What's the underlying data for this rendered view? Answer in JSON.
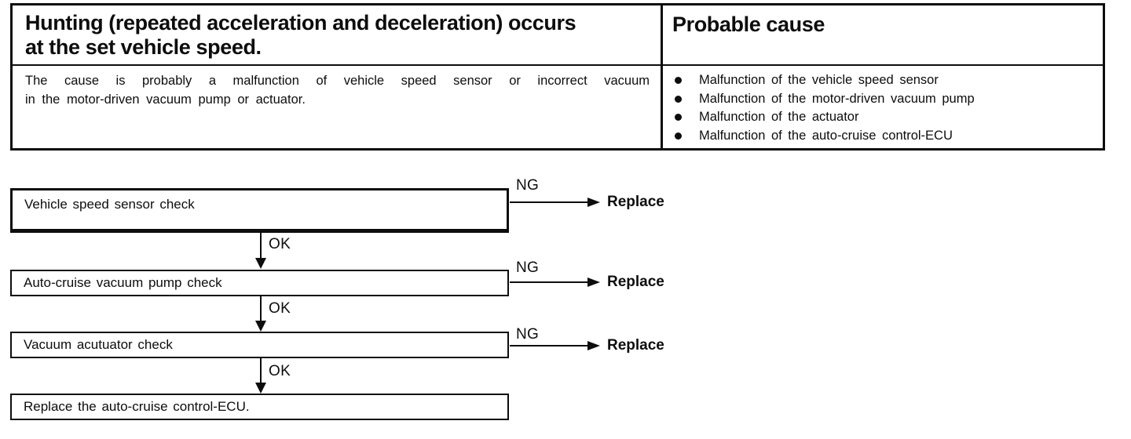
{
  "colors": {
    "ink": "#0d0d0d",
    "paper": "#ffffff"
  },
  "symptom_table": {
    "symptom_heading_lines": [
      "Hunting (repeated acceleration and deceleration) occurs",
      "at the set vehicle speed."
    ],
    "probable_cause_heading": "Probable cause",
    "comment_lines": [
      "The cause is probably a malfunction of vehicle speed sensor or incorrect vacuum",
      "in the motor-driven vacuum pump or actuator."
    ],
    "probable_causes": [
      "Malfunction of the vehicle speed sensor",
      "Malfunction of the motor-driven vacuum pump",
      "Malfunction of the actuator",
      "Malfunction of the auto-cruise control-ECU"
    ]
  },
  "flowchart": {
    "ok_label": "OK",
    "ng_label": "NG",
    "replace_action": "Replace",
    "steps": [
      "Vehicle speed sensor check",
      "Auto-cruise vacuum pump check",
      "Vacuum acutuator check",
      "Replace the auto-cruise control-ECU."
    ]
  }
}
